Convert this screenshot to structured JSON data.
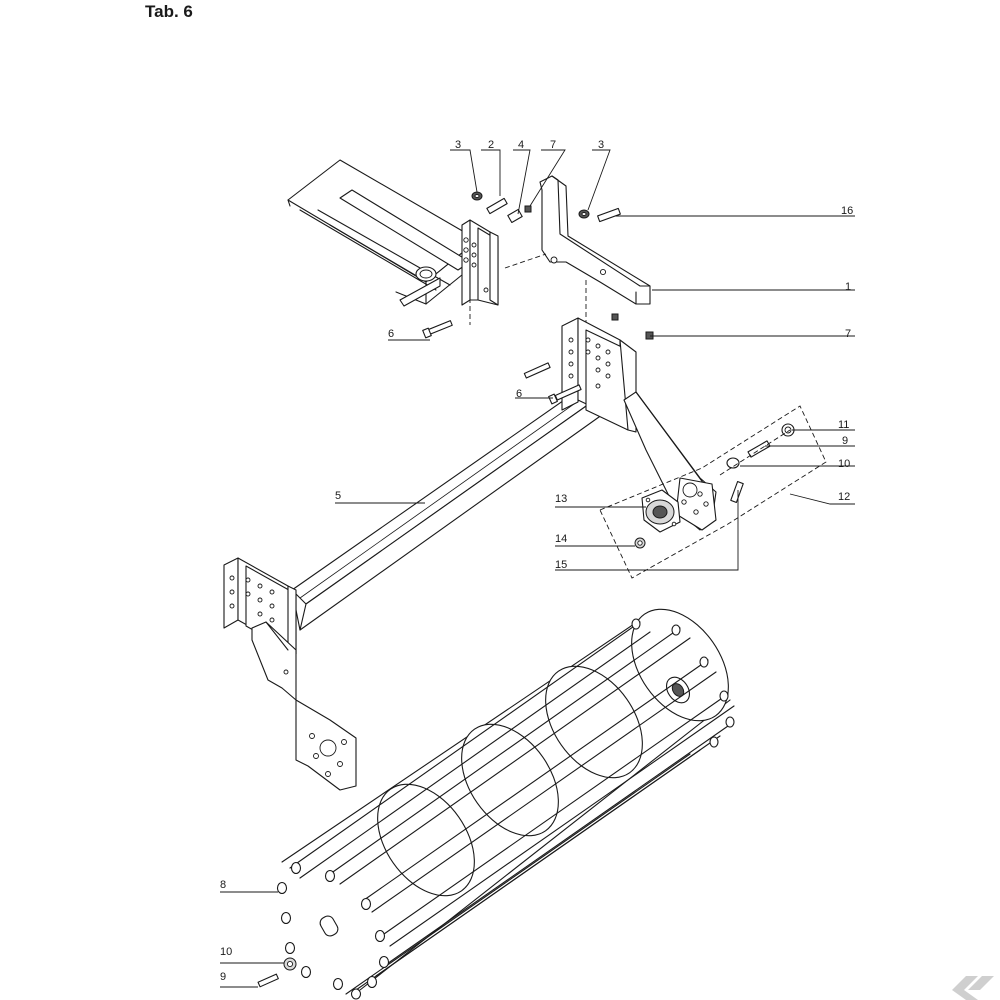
{
  "title": "Tab. 6",
  "callouts": [
    {
      "id": "c-3a",
      "label": "3"
    },
    {
      "id": "c-2",
      "label": "2"
    },
    {
      "id": "c-4",
      "label": "4"
    },
    {
      "id": "c-7a",
      "label": "7"
    },
    {
      "id": "c-3b",
      "label": "3"
    },
    {
      "id": "c-16",
      "label": "16"
    },
    {
      "id": "c-1",
      "label": "1"
    },
    {
      "id": "c-6a",
      "label": "6"
    },
    {
      "id": "c-7b",
      "label": "7"
    },
    {
      "id": "c-6b",
      "label": "6"
    },
    {
      "id": "c-11",
      "label": "11"
    },
    {
      "id": "c-9a",
      "label": "9"
    },
    {
      "id": "c-10a",
      "label": "10"
    },
    {
      "id": "c-12",
      "label": "12"
    },
    {
      "id": "c-5",
      "label": "5"
    },
    {
      "id": "c-13",
      "label": "13"
    },
    {
      "id": "c-14",
      "label": "14"
    },
    {
      "id": "c-15",
      "label": "15"
    },
    {
      "id": "c-8",
      "label": "8"
    },
    {
      "id": "c-10b",
      "label": "10"
    },
    {
      "id": "c-9b",
      "label": "9"
    }
  ],
  "colors": {
    "line": "#1a1a1a",
    "background": "#ffffff",
    "shade": "#d8d8d8"
  }
}
